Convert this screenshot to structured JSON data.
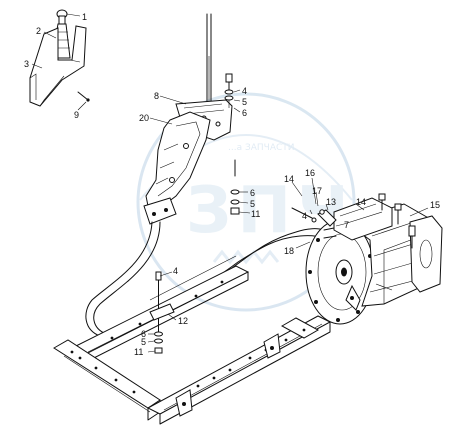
{
  "watermark": {
    "logo_letters": "ЗПЧ",
    "tagline": "...а ЗАПЧАСТИ"
  },
  "callouts": [
    {
      "id": "c1",
      "label": "1"
    },
    {
      "id": "c2",
      "label": "2"
    },
    {
      "id": "c3",
      "label": "3"
    },
    {
      "id": "c9",
      "label": "9"
    },
    {
      "id": "c8",
      "label": "8"
    },
    {
      "id": "c20",
      "label": "20"
    },
    {
      "id": "c4a",
      "label": "4"
    },
    {
      "id": "c5a",
      "label": "5"
    },
    {
      "id": "c6a",
      "label": "6"
    },
    {
      "id": "c6b",
      "label": "6"
    },
    {
      "id": "c5b",
      "label": "5"
    },
    {
      "id": "c11a",
      "label": "11"
    },
    {
      "id": "c14a",
      "label": "14"
    },
    {
      "id": "c16",
      "label": "16"
    },
    {
      "id": "c17",
      "label": "17"
    },
    {
      "id": "c4b",
      "label": "4"
    },
    {
      "id": "c13",
      "label": "13"
    },
    {
      "id": "c14b",
      "label": "14"
    },
    {
      "id": "c15",
      "label": "15"
    },
    {
      "id": "c7",
      "label": "7"
    },
    {
      "id": "c18",
      "label": "18"
    },
    {
      "id": "c4c",
      "label": "4"
    },
    {
      "id": "c12",
      "label": "12"
    },
    {
      "id": "c6c",
      "label": "6"
    },
    {
      "id": "c5c",
      "label": "5"
    },
    {
      "id": "c11b",
      "label": "11"
    }
  ]
}
